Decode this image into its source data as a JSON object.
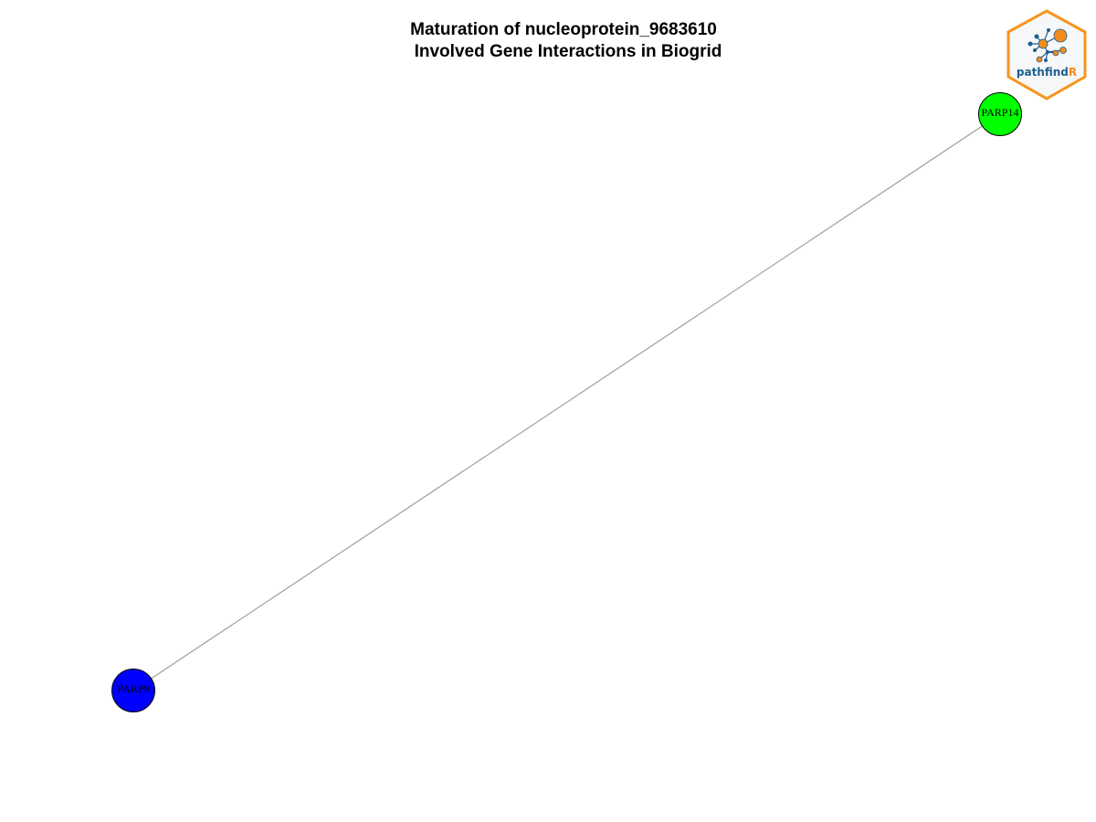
{
  "title": {
    "line1": "Maturation of nucleoprotein_9683610",
    "line2": "Involved Gene Interactions in Biogrid"
  },
  "logo": {
    "text_main": "pathfind",
    "text_accent": "R",
    "color_primary": "#1f5f8b",
    "color_accent": "#f28c1c",
    "border_color": "#f7941d",
    "background": "#f5f7f9"
  },
  "network": {
    "edge_color": "#a0a0a0",
    "nodes": [
      {
        "id": "PARP14",
        "label": "PARP14",
        "color": "#00ff00"
      },
      {
        "id": "PARP9",
        "label": "PARP9",
        "color": "#0000ff"
      }
    ],
    "edges": [
      {
        "source": "PARP14",
        "target": "PARP9"
      }
    ]
  }
}
